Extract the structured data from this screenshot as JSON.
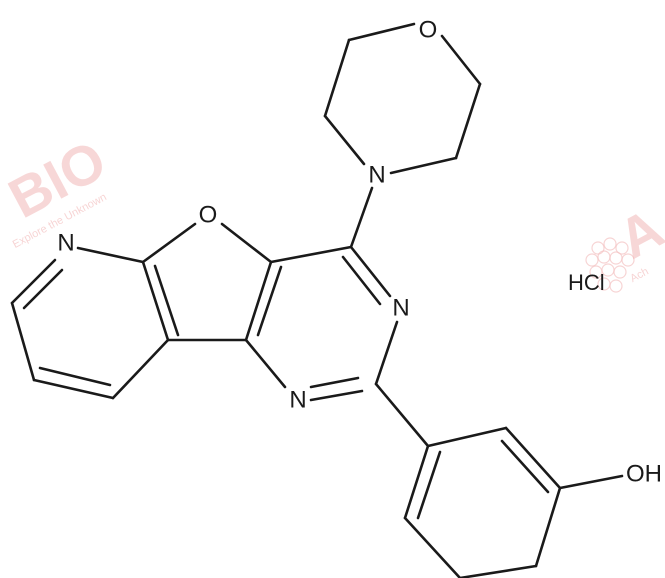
{
  "structure": {
    "atoms": {
      "o_morpholine": "O",
      "n_morpholine": "N",
      "o_furan": "O",
      "n_pyridine": "N",
      "n3_pyrimidine": "N",
      "n1_pyrimidine": "N",
      "hydroxyl": "OH"
    },
    "salt_label": "HCl"
  },
  "watermark": {
    "left_text": "BIO",
    "left_tagline": "Explore the Unknown",
    "right_text": "A",
    "right_tagline": "Ach"
  },
  "colors": {
    "bond": "#1a1a1a",
    "watermark": "#f2b8b8"
  }
}
